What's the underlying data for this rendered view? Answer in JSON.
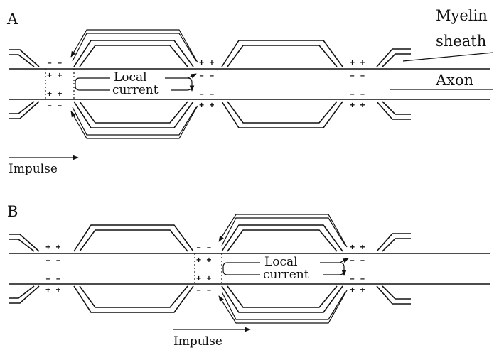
{
  "panel_a": {
    "label": "A",
    "myelin_label_line1": "Myelin",
    "myelin_label_line2": "sheath",
    "axon_label": "Axon",
    "current_line1": "Local",
    "current_line2": "current",
    "impulse": "Impulse"
  },
  "panel_b": {
    "label": "B",
    "current_line1": "Local",
    "current_line2": "current",
    "impulse": "Impulse"
  },
  "charges": {
    "plus": "+ +",
    "minus": "– –"
  }
}
